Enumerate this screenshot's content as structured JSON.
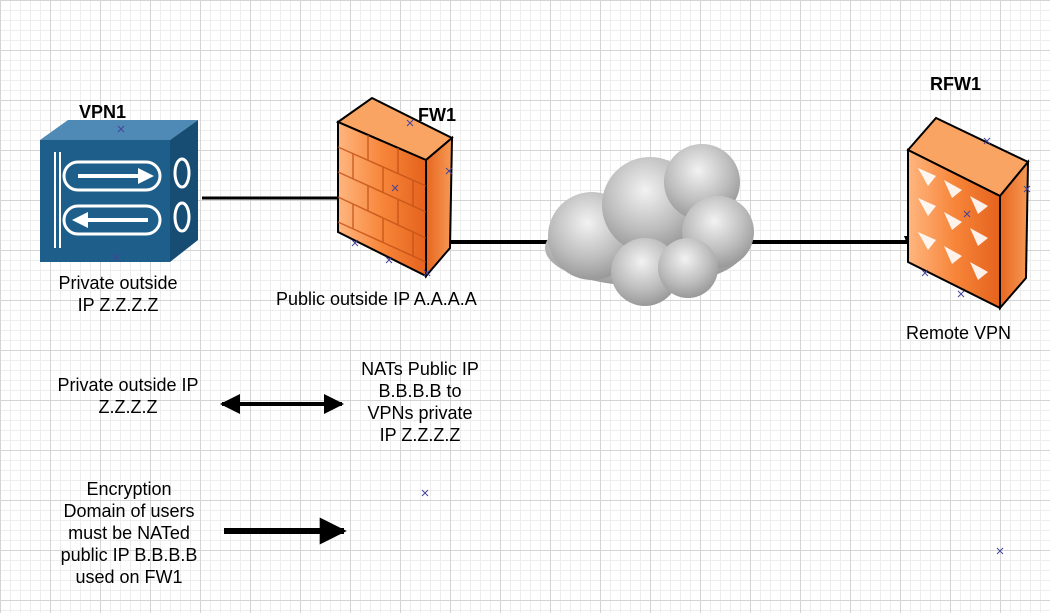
{
  "nodes": {
    "vpn1": {
      "name": "VPN1",
      "caption_line1": "Private outside",
      "caption_line2": "IP Z.Z.Z.Z"
    },
    "fw1": {
      "name": "FW1",
      "caption": "Public outside IP A.A.A.A"
    },
    "rfw1": {
      "name": "RFW1",
      "caption": "Remote VPN"
    }
  },
  "legend": {
    "nat": {
      "left_line1": "Private outside IP",
      "left_line2": "Z.Z.Z.Z",
      "right_lines": [
        "NATs Public IP",
        "B.B.B.B to",
        "VPNs private",
        "IP Z.Z.Z.Z"
      ]
    },
    "encryption": {
      "lines": [
        "Encryption",
        "Domain of users",
        "must be NATed",
        "public IP B.B.B.B",
        "used on FW1"
      ]
    }
  },
  "colors": {
    "vpn_blue": "#1d5f8a",
    "firewall_orange": "#f27a2e",
    "cloud_gray": "#b5b5b5",
    "line": "#000000"
  },
  "icons": {
    "vpn1": "vpn-concentrator-icon",
    "fw1": "firewall-icon",
    "rfw1": "firewall-vpn-icon",
    "internet": "cloud-icon"
  }
}
